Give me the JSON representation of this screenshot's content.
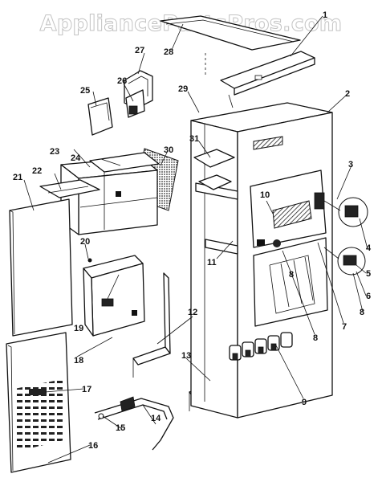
{
  "watermark": "AppliancePartsPros.com",
  "callouts": {
    "p1": "1",
    "p2": "2",
    "p3": "3",
    "p4": "4",
    "p5": "5",
    "p6": "6",
    "p7": "7",
    "p8a": "8",
    "p8b": "8",
    "p8c": "8",
    "p9": "9",
    "p10": "10",
    "p11": "11",
    "p12": "12",
    "p13": "13",
    "p14": "14",
    "p15": "15",
    "p16": "16",
    "p17": "17",
    "p18": "18",
    "p19": "19",
    "p20": "20",
    "p21": "21",
    "p22": "22",
    "p23": "23",
    "p24": "24",
    "p25": "25",
    "p26": "26",
    "p27": "27",
    "p28": "28",
    "p29": "29",
    "p30": "30",
    "p31": "31"
  }
}
